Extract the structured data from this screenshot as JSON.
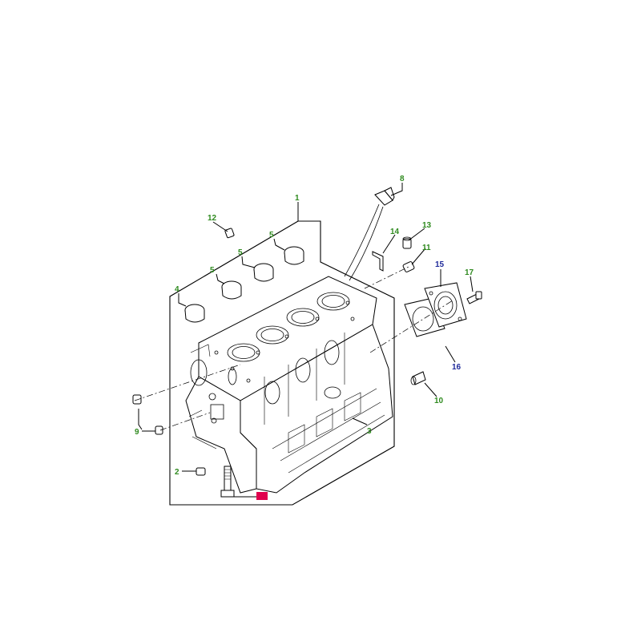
{
  "colors": {
    "callout_green": "#2f8a1f",
    "callout_blue": "#1f2a9a",
    "highlight_red": "#e0004d",
    "line": "#000000"
  },
  "callouts": [
    {
      "id": "c1",
      "label": "1",
      "color": "green"
    },
    {
      "id": "c2",
      "label": "2",
      "color": "green"
    },
    {
      "id": "c3",
      "label": "3",
      "color": "green"
    },
    {
      "id": "c4",
      "label": "4",
      "color": "green"
    },
    {
      "id": "c5a",
      "label": "5",
      "color": "green"
    },
    {
      "id": "c5b",
      "label": "5",
      "color": "green"
    },
    {
      "id": "c5c",
      "label": "5",
      "color": "green"
    },
    {
      "id": "c8",
      "label": "8",
      "color": "green"
    },
    {
      "id": "c9",
      "label": "9",
      "color": "green"
    },
    {
      "id": "c10",
      "label": "10",
      "color": "green"
    },
    {
      "id": "c11",
      "label": "11",
      "color": "green"
    },
    {
      "id": "c12",
      "label": "12",
      "color": "green"
    },
    {
      "id": "c13",
      "label": "13",
      "color": "green"
    },
    {
      "id": "c14",
      "label": "14",
      "color": "green"
    },
    {
      "id": "c15",
      "label": "15",
      "color": "blue"
    },
    {
      "id": "c16",
      "label": "16",
      "color": "blue"
    },
    {
      "id": "c17",
      "label": "17",
      "color": "green"
    }
  ],
  "highlighted_part_marker": "red-box"
}
